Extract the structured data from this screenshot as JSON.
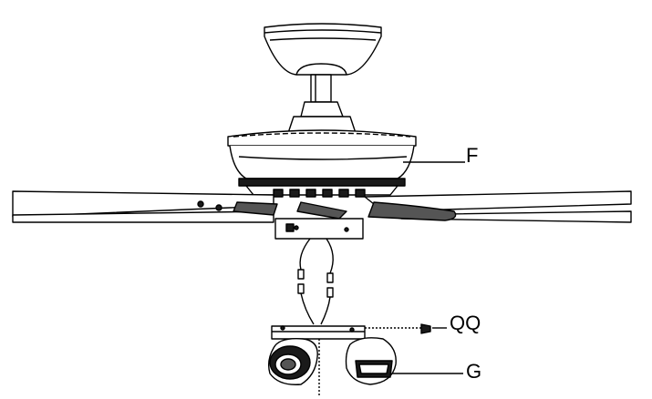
{
  "callouts": {
    "f": "F",
    "qq": "QQ",
    "g": "G"
  },
  "colors": {
    "line": "#000000",
    "dark_fill": "#1a1a1a",
    "mid_fill": "#555555",
    "light_fill": "#ffffff"
  }
}
